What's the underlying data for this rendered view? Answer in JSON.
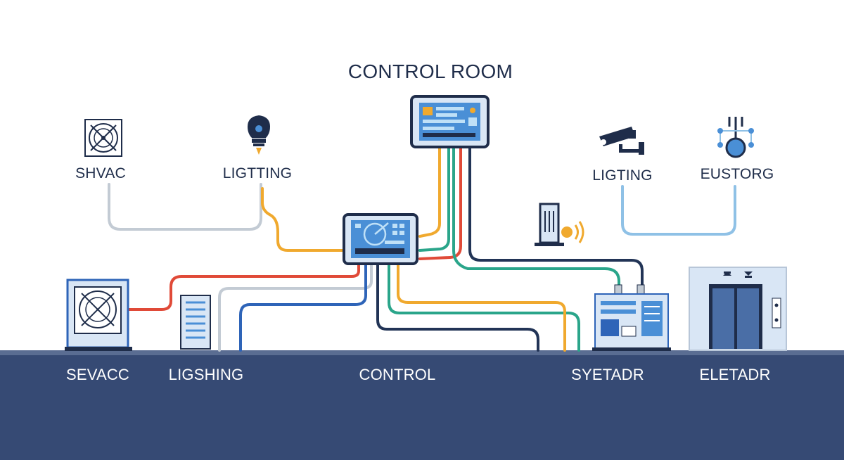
{
  "title": "CONTROL ROOM",
  "top_labels": {
    "hvac": "SHVAC",
    "lighting_left": "LIGTTING",
    "lighting_right": "LIGTING",
    "storage": "EUSTORG"
  },
  "bottom_labels": {
    "hvac": "SEVACC",
    "lighting": "LIGSHING",
    "control": "CONTROL",
    "system": "SYETADR",
    "elevator": "ELETADR"
  },
  "colors": {
    "navy": "#1f2d4a",
    "floor": "#364a74",
    "floor_edge": "#5a6d92",
    "red": "#e04a38",
    "orange": "#f0a92e",
    "green": "#2aa58a",
    "blue": "#2e64b8",
    "dark_navy": "#223456",
    "light_blue": "#8fc1e6",
    "gray": "#b8c2cc",
    "device_fill": "#d9e6f5",
    "screen": "#4a8fd6"
  },
  "icons": [
    "fan-icon",
    "light-bulb-icon",
    "security-camera-icon",
    "network-storage-icon",
    "wireless-router-icon",
    "control-panel-icon",
    "elevator-icon",
    "server-rack-icon"
  ]
}
